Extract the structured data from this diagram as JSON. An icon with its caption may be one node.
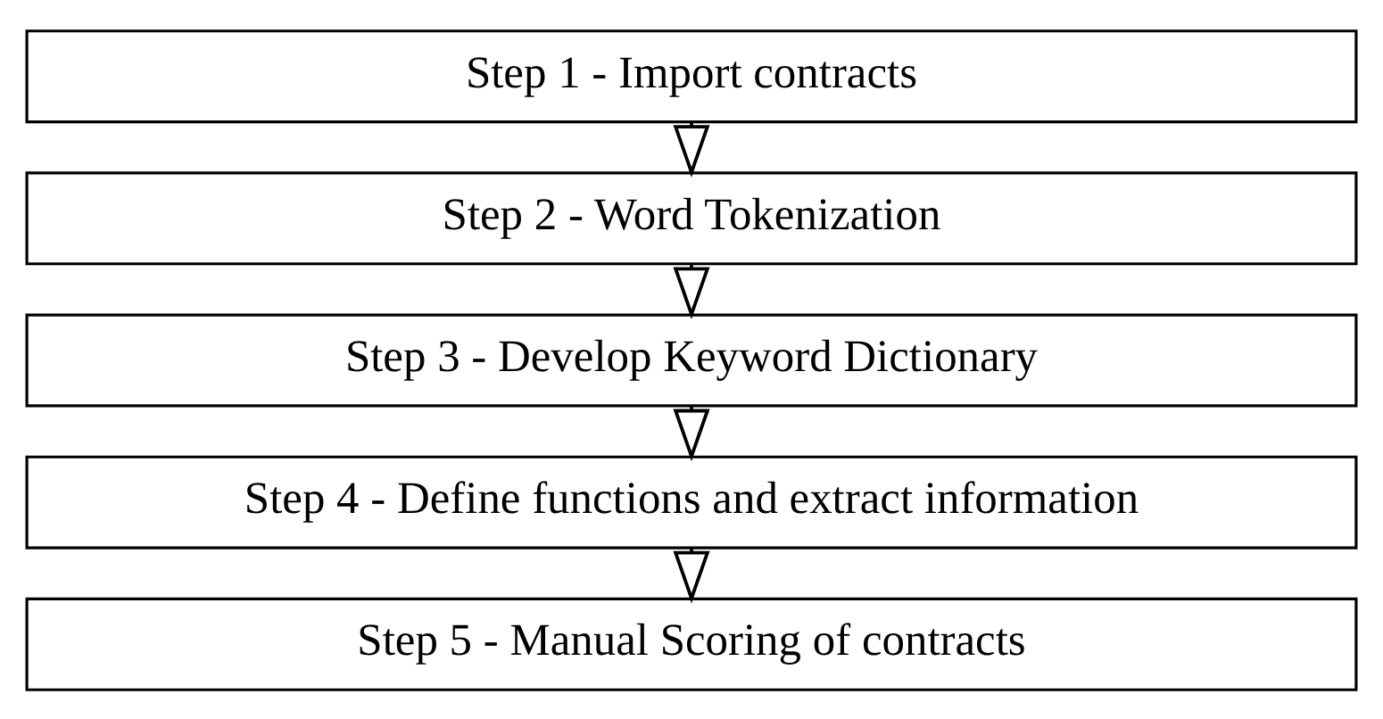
{
  "diagram": {
    "nodes": [
      {
        "text": [
          "Step 1 - Import contracts"
        ]
      },
      {
        "text": [
          "Step 2 - Word Tokenization"
        ]
      },
      {
        "text": [
          "Step 3 - Develop Keyword Dictionary"
        ]
      },
      {
        "text": [
          "Step 4 - Define functions and extract information"
        ]
      },
      {
        "text": [
          "Step 5 - Manual Scoring of contracts"
        ]
      }
    ],
    "edges": [
      {
        "from": 0,
        "to": 1,
        "arrow": "to"
      },
      {
        "from": 1,
        "to": 2,
        "arrow": "to"
      },
      {
        "from": 2,
        "to": 3,
        "arrow": "to"
      },
      {
        "from": 3,
        "to": 4,
        "arrow": "to"
      }
    ]
  }
}
